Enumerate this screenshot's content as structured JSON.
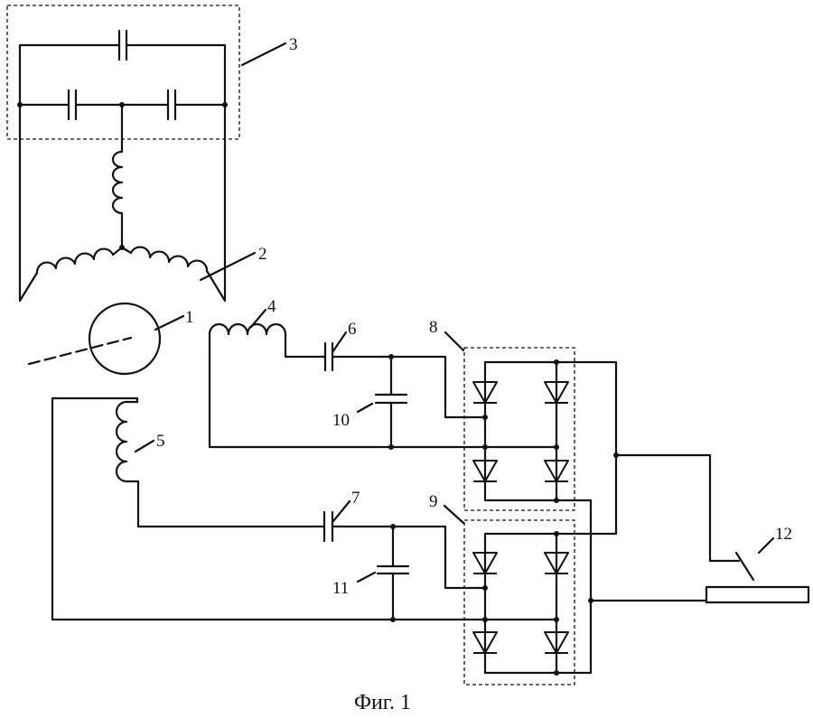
{
  "caption": "Фиг. 1",
  "labels": {
    "l1": "1",
    "l2": "2",
    "l3": "3",
    "l4": "4",
    "l5": "5",
    "l6": "6",
    "l7": "7",
    "l8": "8",
    "l9": "9",
    "l10": "10",
    "l11": "11",
    "l12": "12"
  }
}
